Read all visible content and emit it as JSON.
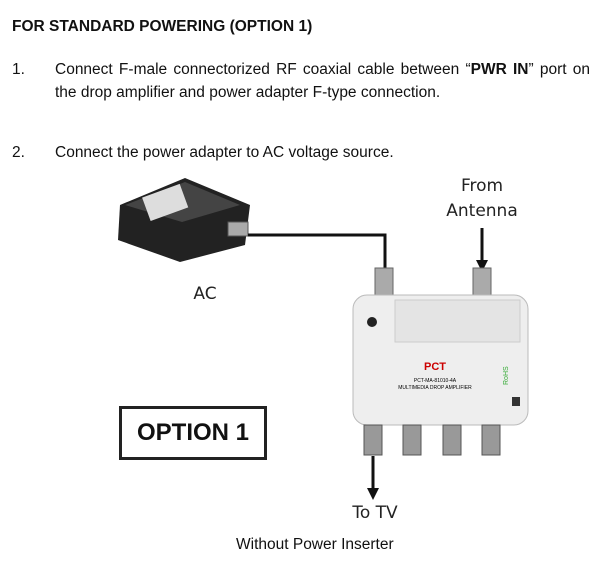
{
  "heading": "FOR STANDARD POWERING (OPTION 1)",
  "steps": [
    {
      "num": "1.",
      "pre": "Connect F-male connectorized RF coaxial cable between “",
      "bold": "PWR IN",
      "post": "” port on the drop amplifier and power adapter F-type connection."
    },
    {
      "num": "2.",
      "text": "Connect the power adapter to AC voltage source."
    }
  ],
  "diagram": {
    "from_label": "From",
    "antenna_label": "Antenna",
    "ac_label": "AC",
    "to_tv_label": "To TV",
    "option_label": "OPTION 1",
    "caption": "Without Power Inserter",
    "device_text": [
      "PCT",
      "PCT-MA-81010-4A",
      "MULTIMEDIA DROP AMPLIFIER",
      "RoHS"
    ]
  }
}
